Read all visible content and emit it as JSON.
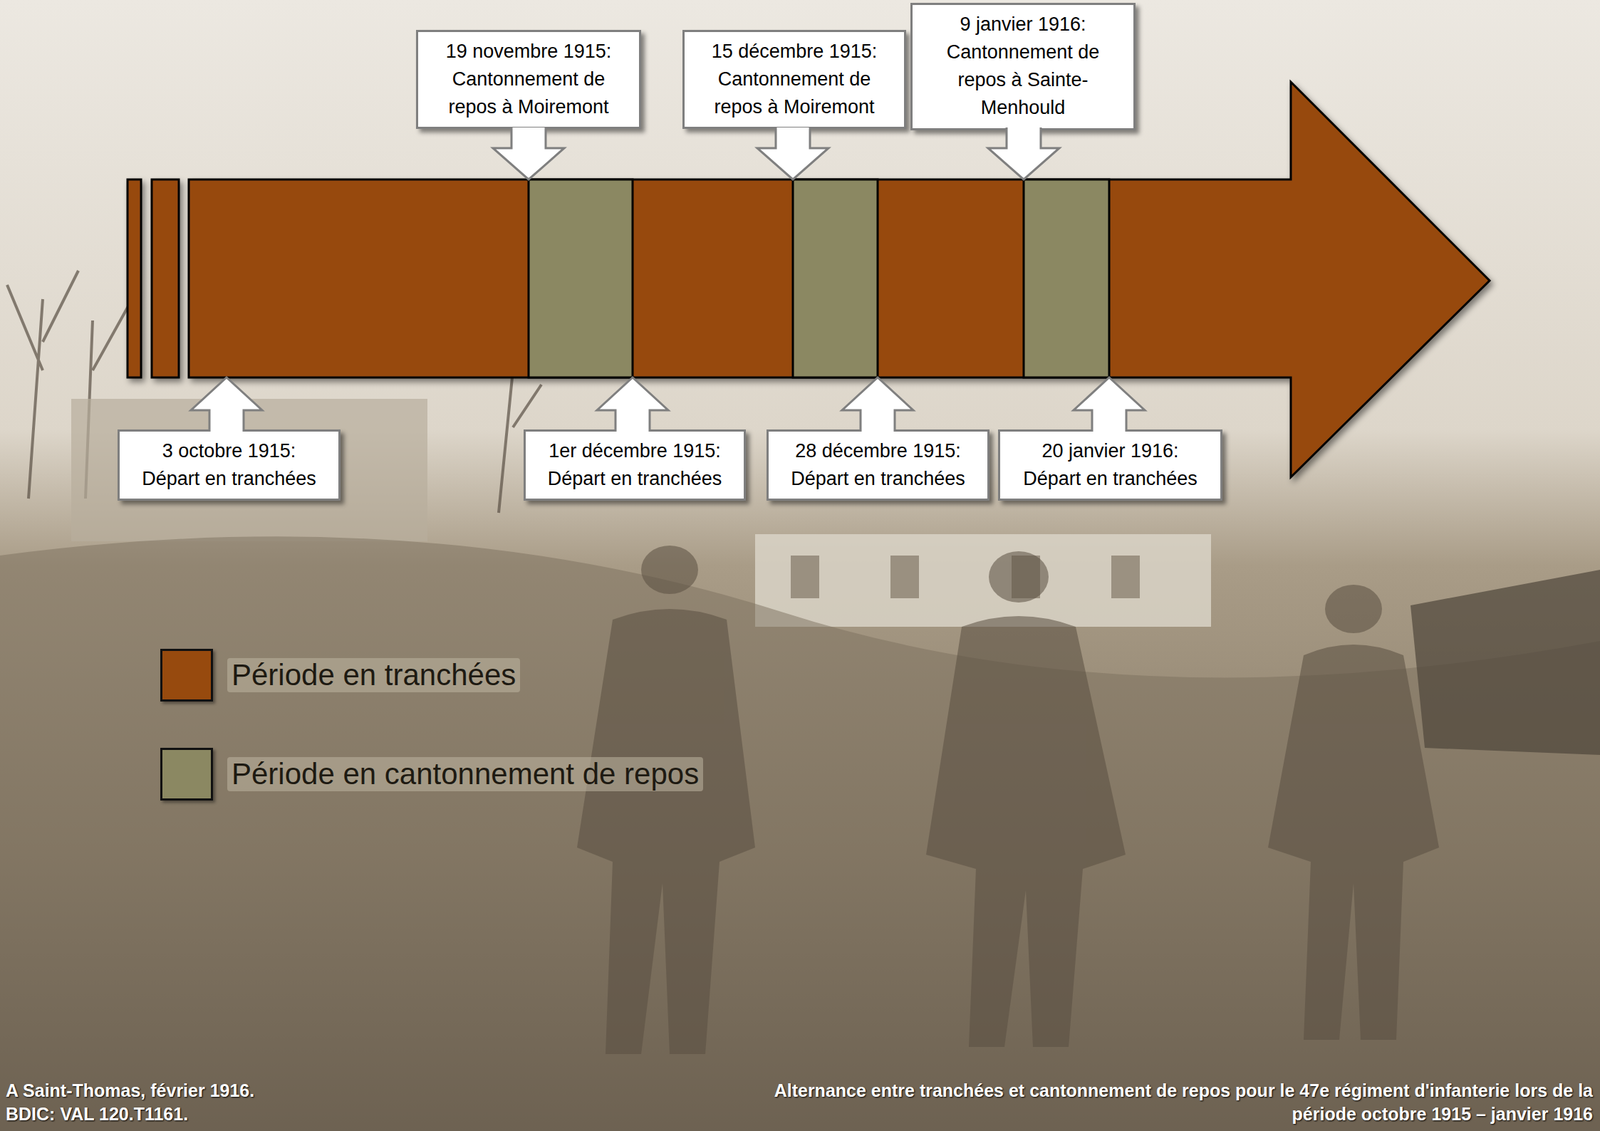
{
  "diagram": {
    "caption": "Alternance entre tranchées et cantonnement de repos pour le 47e régiment d'infanterie lors de la période octobre 1915 – janvier 1916",
    "nodes": [
      {
        "text": [
          "3 octobre 1915:",
          "Départ en tranchées"
        ]
      },
      {
        "text": [
          "19 novembre 1915:",
          "Cantonnement de repos à Moiremont"
        ]
      },
      {
        "text": [
          "1er décembre 1915:",
          "Départ en tranchées"
        ]
      },
      {
        "text": [
          "15 décembre 1915:",
          "Cantonnement de repos à Moiremont"
        ]
      },
      {
        "text": [
          "28 décembre 1915:",
          "Départ en tranchées"
        ]
      },
      {
        "text": [
          "9 janvier 1916:",
          "Cantonnement de repos à Sainte-Menhould"
        ]
      },
      {
        "text": [
          "20 janvier 1916:",
          "Départ en tranchées"
        ]
      }
    ],
    "labels": [
      "A Saint-Thomas, février 1916.",
      "BDIC: VAL 120.T1161."
    ],
    "legend": [
      {
        "text": "Période en tranchées",
        "color": "#974a0e"
      },
      {
        "text": "Période en cantonnement de repos",
        "color": "#8b8862"
      }
    ]
  }
}
